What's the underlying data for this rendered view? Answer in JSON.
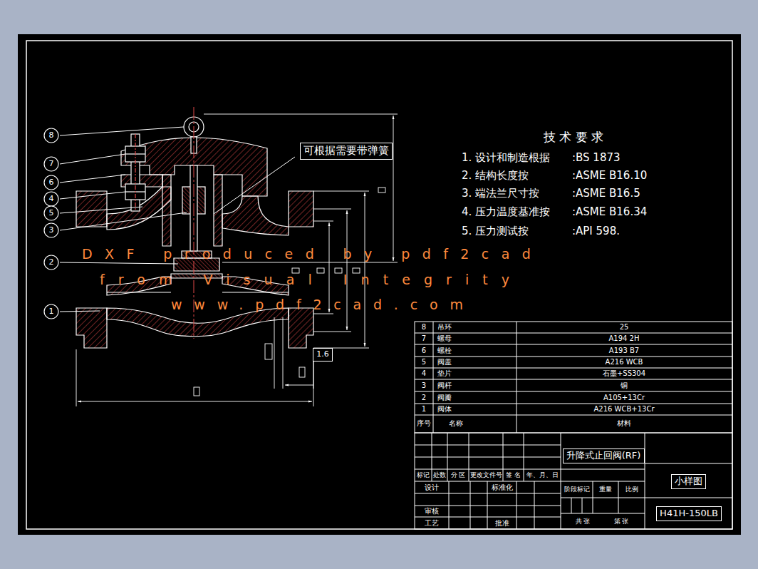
{
  "diagram": {
    "nodes": [
      {
        "text": [
          "8"
        ]
      },
      {
        "text": [
          "7"
        ]
      },
      {
        "text": [
          "6"
        ]
      },
      {
        "text": [
          "4"
        ]
      },
      {
        "text": [
          "5"
        ]
      },
      {
        "text": [
          "3"
        ]
      },
      {
        "text": [
          "2"
        ]
      },
      {
        "text": [
          "1"
        ]
      },
      {
        "text": [
          "可根据需要带弹簧"
        ]
      },
      {
        "text": [
          "1.6"
        ]
      },
      {
        "text": [
          "升降式止回阀(RF)"
        ]
      },
      {
        "text": [
          "小样图"
        ]
      },
      {
        "text": [
          "H41H-150LB"
        ]
      }
    ],
    "labels": [
      "技 术 要 求",
      "1. 设计和制造根据",
      ":BS 1873",
      "2. 结构长度按",
      ":ASME B16.10",
      "3. 端法兰尺寸按",
      ":ASME B16.5",
      "4. 压力温度基准按",
      ":ASME B16.34",
      "5. 压力测试按",
      ":API 598.",
      "DXF produced by pdf2cad",
      "from Visual Integrity",
      "www.pdf2cad.com",
      "8",
      "吊环",
      "25",
      "7",
      "螺母",
      "A194 2H",
      "6",
      "螺栓",
      "A193 B7",
      "5",
      "阀盖",
      "A216 WCB",
      "4",
      "垫片",
      "石墨+SS304",
      "3",
      "阀杆",
      "铜",
      "2",
      "阀瓣",
      "A105+13Cr",
      "1",
      "阀体",
      "A216 WCB+13Cr",
      "序号",
      "名称",
      "材料",
      "标记",
      "处数",
      "分 区",
      "更改文件号",
      "签 名",
      "年、月、日",
      "设计",
      "标准化",
      "阶段标记",
      "重量",
      "比例",
      "审核",
      "工艺",
      "批准",
      "共 张",
      "第 张"
    ]
  }
}
